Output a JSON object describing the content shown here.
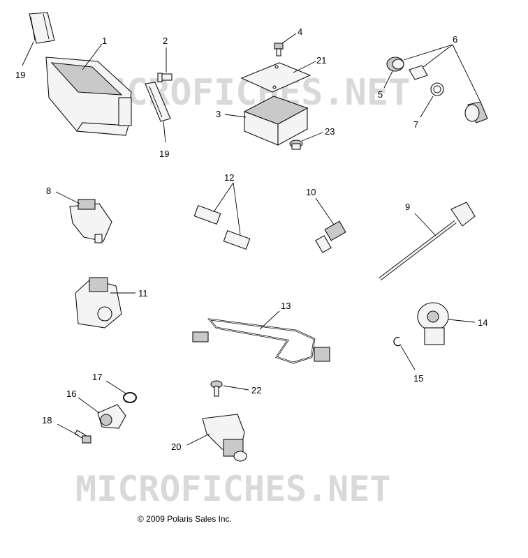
{
  "watermark": "MICROFICHES.NET",
  "copyright": "© 2009 Polaris Sales Inc.",
  "callouts": {
    "c1": "1",
    "c2": "2",
    "c3": "3",
    "c4": "4",
    "c5": "5",
    "c6": "6",
    "c7": "7",
    "c8": "8",
    "c9": "9",
    "c10": "10",
    "c11": "11",
    "c12": "12",
    "c13": "13",
    "c14": "14",
    "c15": "15",
    "c16": "16",
    "c17": "17",
    "c18": "18",
    "c19a": "19",
    "c19b": "19",
    "c20": "20",
    "c21": "21",
    "c22": "22",
    "c23": "23"
  }
}
